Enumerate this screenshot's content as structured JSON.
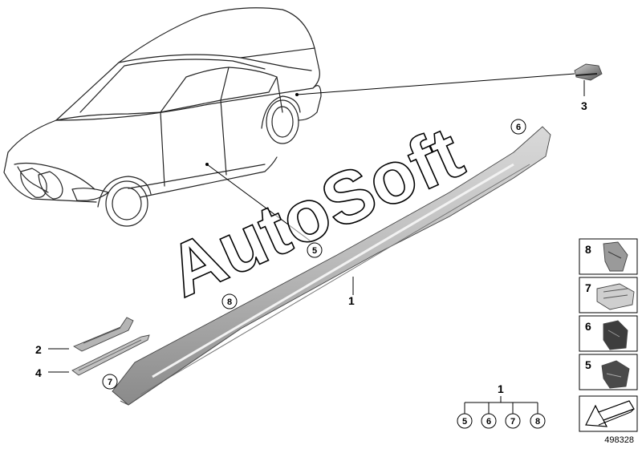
{
  "callouts": {
    "part_1": "1",
    "part_2": "2",
    "part_3": "3",
    "part_4": "4",
    "circle_5": "5",
    "circle_6": "6",
    "circle_7": "7",
    "circle_8": "8"
  },
  "legend": {
    "items": [
      {
        "label": "8"
      },
      {
        "label": "7"
      },
      {
        "label": "6"
      },
      {
        "label": "5"
      }
    ]
  },
  "kit": {
    "parent": "1",
    "children": [
      "5",
      "6",
      "7",
      "8"
    ]
  },
  "watermark": "AutoSoft",
  "diagram_id": "498328"
}
